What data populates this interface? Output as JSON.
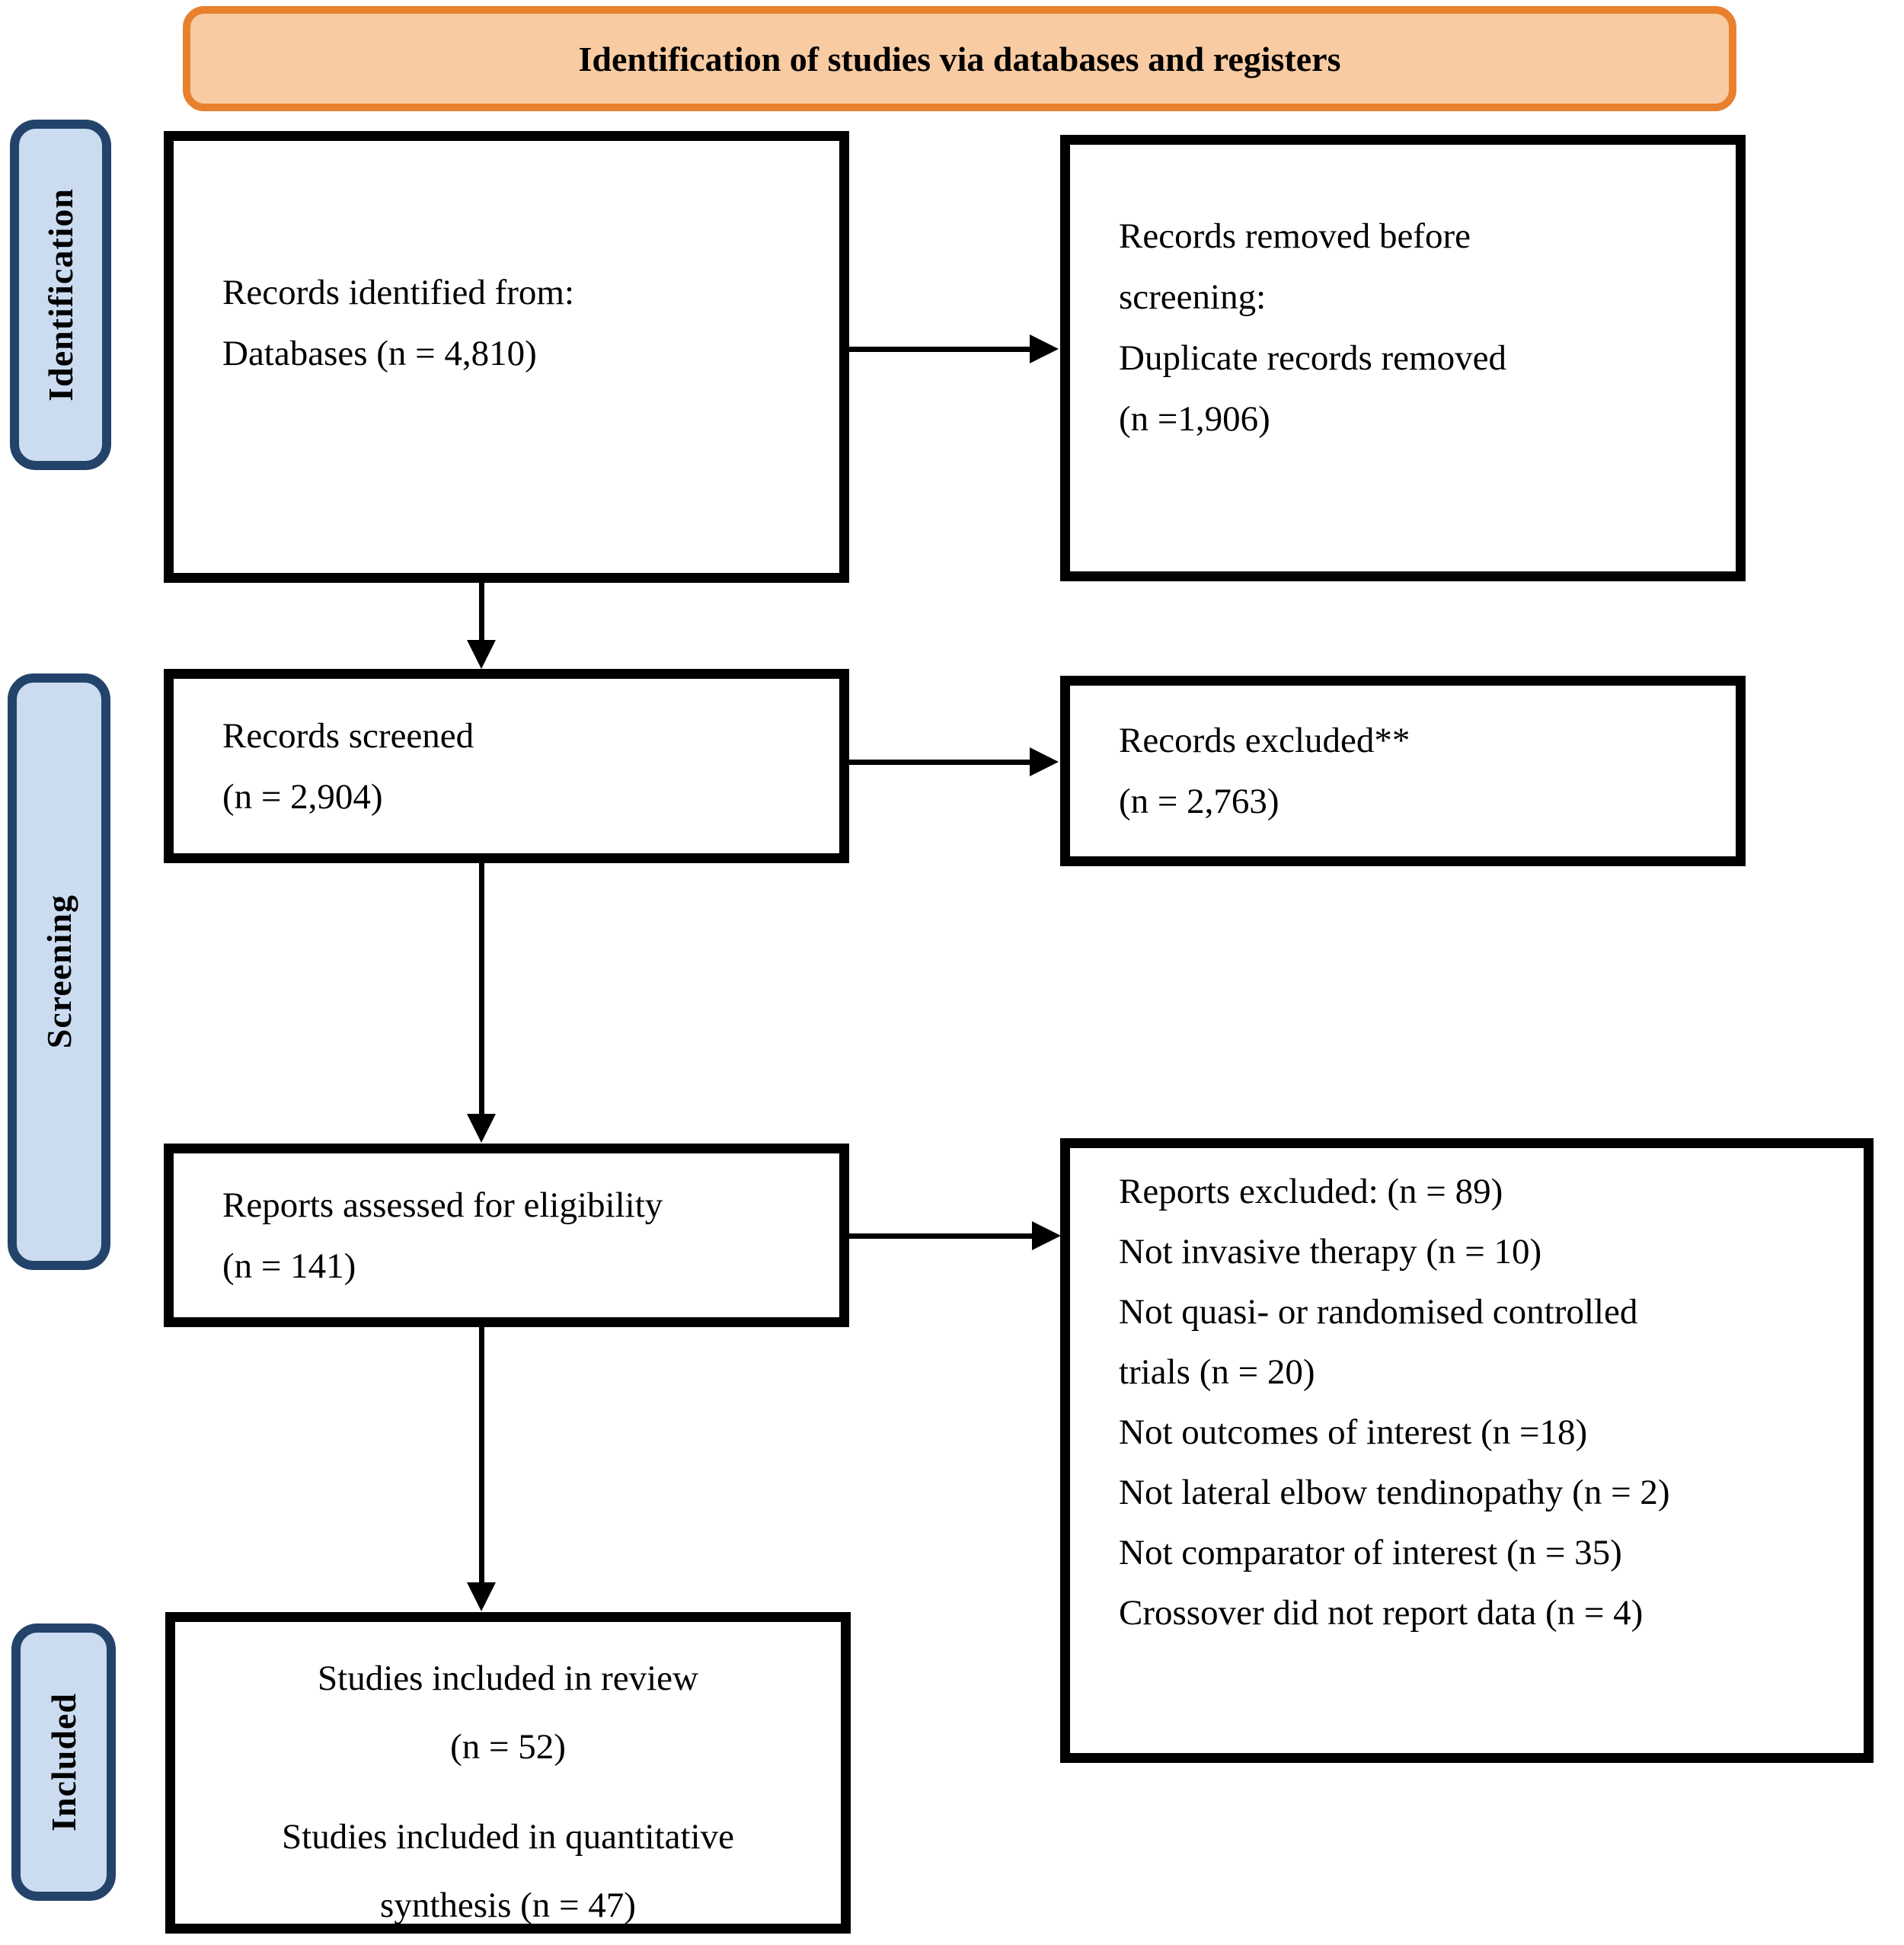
{
  "header": {
    "title": "Identification of studies via databases and registers"
  },
  "stages": {
    "identification": "Identification",
    "screening": "Screening",
    "included": "Included"
  },
  "boxes": {
    "records_identified": {
      "lines": [
        "Records identified from:",
        "Databases (n = 4,810)"
      ]
    },
    "records_removed": {
      "lines": [
        "Records removed before",
        "screening:",
        "Duplicate records removed",
        "(n =1,906)"
      ]
    },
    "records_screened": {
      "lines": [
        "Records screened",
        "(n = 2,904)"
      ]
    },
    "records_excluded": {
      "lines": [
        "Records excluded**",
        "(n = 2,763)"
      ]
    },
    "reports_assessed": {
      "lines": [
        "Reports assessed for eligibility",
        "(n = 141)"
      ]
    },
    "reports_excluded": {
      "lines": [
        "Reports excluded: (n = 89)",
        "Not invasive therapy (n = 10)",
        "Not quasi- or randomised controlled",
        "trials (n = 20)",
        "Not outcomes of interest (n =18)",
        "Not lateral elbow tendinopathy (n = 2)",
        "Not comparator of interest (n = 35)",
        "Crossover did not report data (n = 4)"
      ]
    },
    "studies_included": {
      "para1": [
        "Studies included in review",
        "(n = 52)"
      ],
      "para2": [
        "Studies included in quantitative",
        "synthesis (n = 47)"
      ]
    }
  },
  "colors": {
    "orange_border": "#e8802e",
    "orange_fill": "#f8cba2",
    "blue_border": "#24436b",
    "blue_fill": "#cbdcf1",
    "box_border": "#000000",
    "text_color": "#000000",
    "bg": "#ffffff"
  }
}
